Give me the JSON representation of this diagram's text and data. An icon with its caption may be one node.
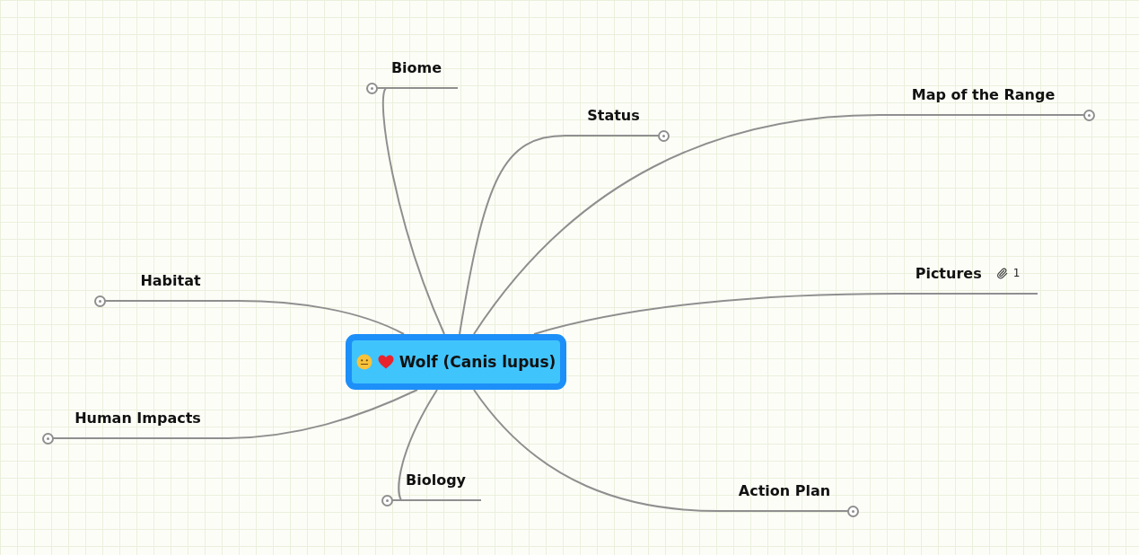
{
  "diagram": {
    "nodes": [
      {
        "text": [
          "Wolf (Canis lupus)"
        ]
      },
      {
        "text": [
          "Biome"
        ]
      },
      {
        "text": [
          "Map of the Range"
        ]
      },
      {
        "text": [
          "Status"
        ]
      },
      {
        "text": [
          "Pictures",
          "1"
        ]
      },
      {
        "text": [
          "Habitat"
        ]
      },
      {
        "text": [
          "Human Impacts"
        ]
      },
      {
        "text": [
          "Biology"
        ]
      },
      {
        "text": [
          "Action Plan"
        ]
      }
    ],
    "edges": [
      {
        "from": 0,
        "to": 1,
        "arrow": "none"
      },
      {
        "from": 0,
        "to": 2,
        "arrow": "none"
      },
      {
        "from": 0,
        "to": 3,
        "arrow": "none"
      },
      {
        "from": 0,
        "to": 4,
        "arrow": "none"
      },
      {
        "from": 0,
        "to": 5,
        "arrow": "none"
      },
      {
        "from": 0,
        "to": 6,
        "arrow": "none"
      },
      {
        "from": 0,
        "to": 7,
        "arrow": "none"
      },
      {
        "from": 0,
        "to": 8,
        "arrow": "none"
      }
    ]
  }
}
